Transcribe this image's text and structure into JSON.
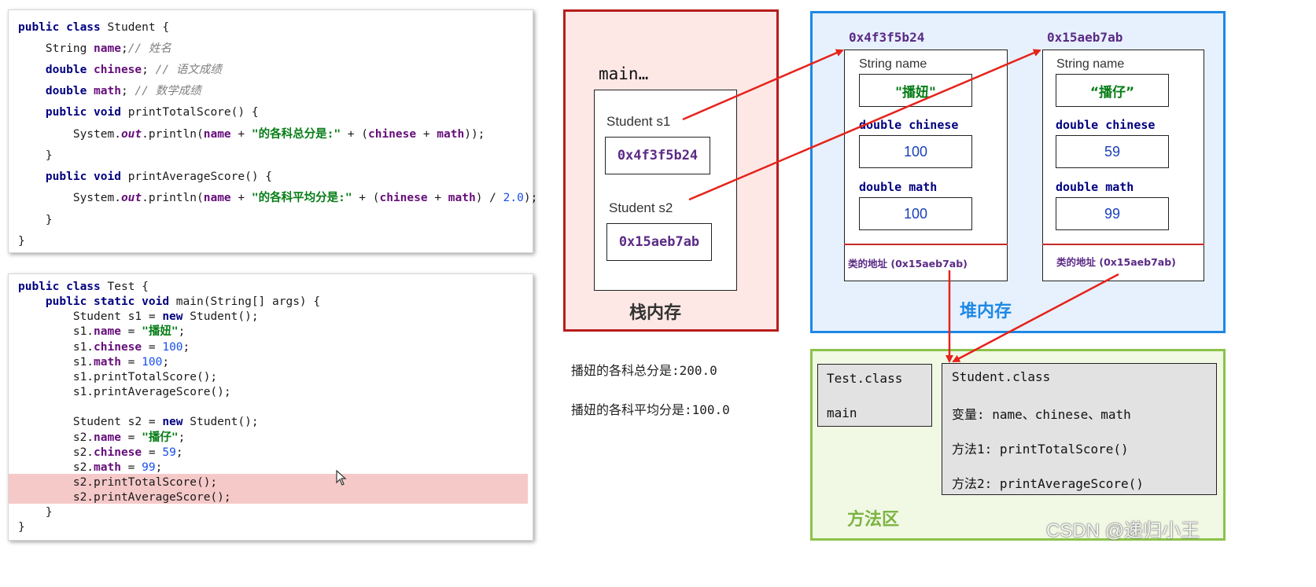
{
  "student_code": [
    [
      [
        "kw",
        "public class "
      ],
      [
        "",
        "Student {"
      ]
    ],
    [
      [
        "",
        "    String "
      ],
      [
        "fld",
        "name"
      ],
      [
        "",
        ";"
      ],
      [
        "cmt",
        "// 姓名"
      ]
    ],
    [
      [
        "kw",
        "    double "
      ],
      [
        "fld",
        "chinese"
      ],
      [
        "",
        "; "
      ],
      [
        "cmt",
        "// 语文成绩"
      ]
    ],
    [
      [
        "kw",
        "    double "
      ],
      [
        "fld",
        "math"
      ],
      [
        "",
        "; "
      ],
      [
        "cmt",
        "// 数学成绩"
      ]
    ],
    [
      [
        "kw",
        "    public void "
      ],
      [
        "",
        "printTotalScore() {"
      ]
    ],
    [
      [
        "",
        "        System."
      ],
      [
        "sfld",
        "out"
      ],
      [
        "",
        ".println("
      ],
      [
        "fld",
        "name"
      ],
      [
        "",
        " + "
      ],
      [
        "str",
        "\"的各科总分是:\""
      ],
      [
        "",
        " + ("
      ],
      [
        "fld",
        "chinese"
      ],
      [
        "",
        " + "
      ],
      [
        "fld",
        "math"
      ],
      [
        "",
        "));"
      ]
    ],
    [
      [
        "",
        "    }"
      ]
    ],
    [
      [
        "kw",
        "    public void "
      ],
      [
        "",
        "printAverageScore() {"
      ]
    ],
    [
      [
        "",
        "        System."
      ],
      [
        "sfld",
        "out"
      ],
      [
        "",
        ".println("
      ],
      [
        "fld",
        "name"
      ],
      [
        "",
        " + "
      ],
      [
        "str",
        "\"的各科平均分是:\""
      ],
      [
        "",
        " + ("
      ],
      [
        "fld",
        "chinese"
      ],
      [
        "",
        " + "
      ],
      [
        "fld",
        "math"
      ],
      [
        "",
        ") / "
      ],
      [
        "num",
        "2.0"
      ],
      [
        "",
        ");"
      ]
    ],
    [
      [
        "",
        "    }"
      ]
    ],
    [
      [
        "",
        "}"
      ]
    ]
  ],
  "test_code": [
    [
      [
        "kw",
        "public class "
      ],
      [
        "",
        "Test {"
      ]
    ],
    [
      [
        "kw",
        "    public static void "
      ],
      [
        "",
        "main(String[] args) {"
      ]
    ],
    [
      [
        "",
        "        Student s1 = "
      ],
      [
        "kw",
        "new "
      ],
      [
        "",
        "Student();"
      ]
    ],
    [
      [
        "",
        "        s1."
      ],
      [
        "fld",
        "name"
      ],
      [
        "",
        " = "
      ],
      [
        "str",
        "\"播妞\""
      ],
      [
        "",
        ";"
      ]
    ],
    [
      [
        "",
        "        s1."
      ],
      [
        "fld",
        "chinese"
      ],
      [
        "",
        " = "
      ],
      [
        "num",
        "100"
      ],
      [
        "",
        ";"
      ]
    ],
    [
      [
        "",
        "        s1."
      ],
      [
        "fld",
        "math"
      ],
      [
        "",
        " = "
      ],
      [
        "num",
        "100"
      ],
      [
        "",
        ";"
      ]
    ],
    [
      [
        "",
        "        s1.printTotalScore();"
      ]
    ],
    [
      [
        "",
        "        s1.printAverageScore();"
      ]
    ],
    [
      [
        "",
        ""
      ]
    ],
    [
      [
        "",
        "        Student s2 = "
      ],
      [
        "kw",
        "new "
      ],
      [
        "",
        "Student();"
      ]
    ],
    [
      [
        "",
        "        s2."
      ],
      [
        "fld",
        "name"
      ],
      [
        "",
        " = "
      ],
      [
        "str",
        "\"播仔\""
      ],
      [
        "",
        ";"
      ]
    ],
    [
      [
        "",
        "        s2."
      ],
      [
        "fld",
        "chinese"
      ],
      [
        "",
        " = "
      ],
      [
        "num",
        "59"
      ],
      [
        "",
        ";"
      ]
    ],
    [
      [
        "",
        "        s2."
      ],
      [
        "fld",
        "math"
      ],
      [
        "",
        " = "
      ],
      [
        "num",
        "99"
      ],
      [
        "",
        ";"
      ]
    ],
    [
      [
        "",
        "        s2.printTotalScore();"
      ]
    ],
    [
      [
        "",
        "        s2.printAverageScore();"
      ]
    ],
    [
      [
        "",
        "    }"
      ]
    ],
    [
      [
        "",
        "}"
      ]
    ]
  ],
  "test_code_highlighted_lines": [
    13,
    14
  ],
  "stack": {
    "title": "栈内存",
    "frame_label": "main…",
    "var1_label": "Student  s1",
    "var1_value": "0x4f3f5b24",
    "var2_label": "Student  s2",
    "var2_value": "0x15aeb7ab"
  },
  "heap": {
    "title": "堆内存",
    "obj1": {
      "address": "0x4f3f5b24",
      "name_label": "String name",
      "name_value": "\"播妞\"",
      "chinese_label": "double chinese",
      "chinese_value": "100",
      "math_label": "double math",
      "math_value": "100",
      "class_ref": "类的地址 (0x15aeb7ab)"
    },
    "obj2": {
      "address": "0x15aeb7ab",
      "name_label": "String name",
      "name_value": "“播仔”",
      "chinese_label": "double chinese",
      "chinese_value": "59",
      "math_label": "double math",
      "math_value": "99",
      "class_ref": "类的地址 (0x15aeb7ab)"
    }
  },
  "output": {
    "line1": "播妞的各科总分是:200.0",
    "line2": "播妞的各科平均分是:100.0"
  },
  "method_area": {
    "title": "方法区",
    "test_class": "Test.class",
    "test_main": "main",
    "student_class": "Student.class",
    "variables": "变量: name、chinese、math",
    "method1": "方法1: printTotalScore()",
    "method2": "方法2: printAverageScore()"
  },
  "watermark": "CSDN @递归小王",
  "colors": {
    "stack_border": "#b71c1c",
    "stack_fill": "#fde8e6",
    "heap_border": "#1e88e5",
    "heap_fill": "#e6f1fd",
    "heap_title": "#1e88e5",
    "method_border": "#8bc34a",
    "method_fill": "#f1f8e4",
    "method_title": "#7cb342",
    "arrow": "#e5231b",
    "divider": "#c62828",
    "address_text": "#5b2a86"
  }
}
